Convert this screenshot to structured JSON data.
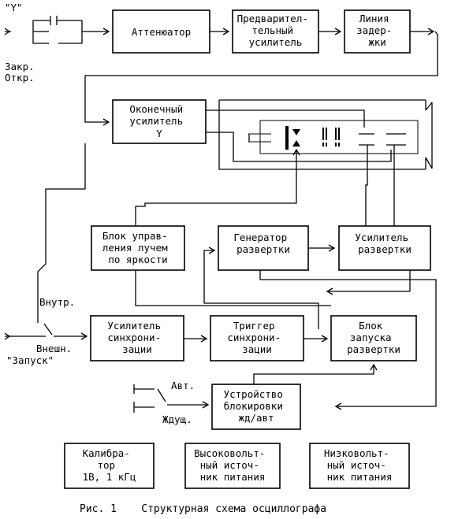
{
  "input_y_label": "\"Y\"",
  "coupling_labels": [
    "Закр.",
    "Откр."
  ],
  "blocks": {
    "attenuator": [
      "Аттенюатор"
    ],
    "preamp": [
      "Предварител-",
      "тельный",
      "усилитель"
    ],
    "delay_line": [
      "Линия",
      "задер-",
      "жки"
    ],
    "final_amp": [
      "Оконечный",
      "усилитель",
      "Y"
    ],
    "brightness": [
      "Блок управ-",
      "ления лучем",
      "по яркости"
    ],
    "sweep_gen": [
      "Генератор",
      "развертки"
    ],
    "sweep_amp": [
      "Усилитель",
      "развертки"
    ],
    "sync_amp": [
      "Усилитель",
      "синхрони-",
      "зации"
    ],
    "sync_trigger": [
      "Триггер",
      "синхрони-",
      "зации"
    ],
    "sweep_start": [
      "Блок",
      "запуска",
      "развертки"
    ],
    "lock_device": [
      "Устройство",
      "блокировки",
      "жд/авт"
    ],
    "calibrator": [
      "Калибра-",
      "тор",
      "1В, 1 кГц"
    ],
    "hv_supply": [
      "Высоковольт-",
      "ный источ-",
      "ник питания"
    ],
    "lv_supply": [
      "Низковольт-",
      "ный источ-",
      "ник питания"
    ]
  },
  "sync_switch": {
    "int": "Внутр.",
    "ext": "Внешн.",
    "input": "\"Запуск\""
  },
  "mode_switch": {
    "auto": "Авт.",
    "wait": "Ждущ."
  },
  "caption": "Рис. 1    Структурная схема осциллографа"
}
